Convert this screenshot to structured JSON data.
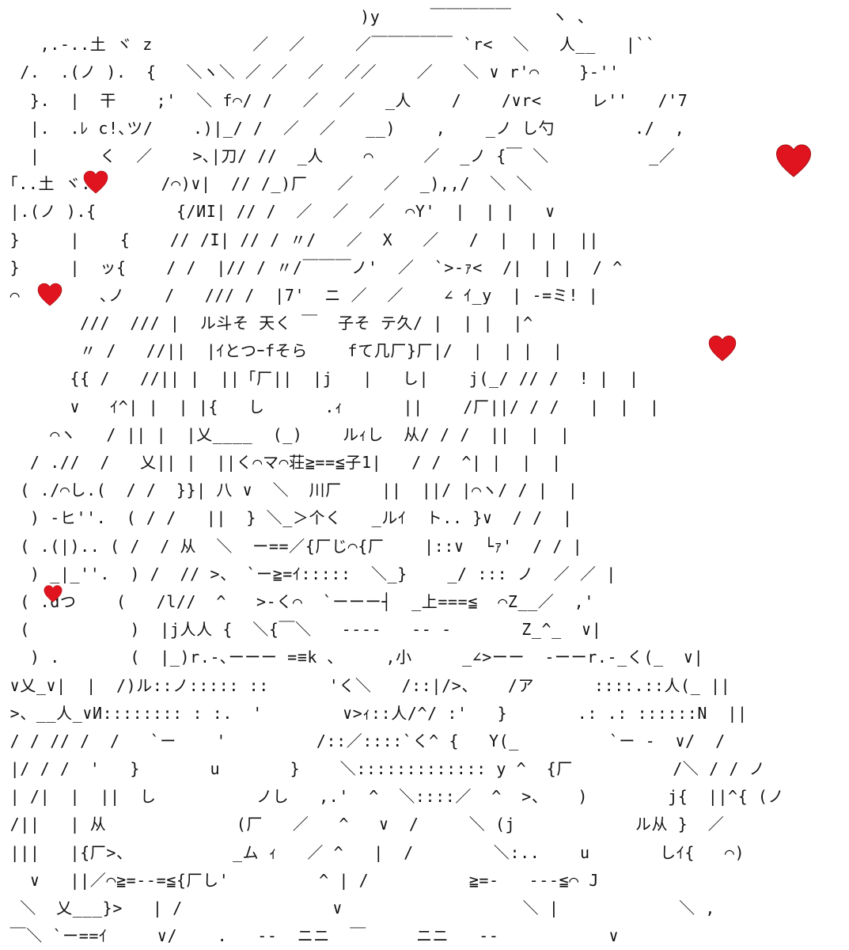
{
  "art_lines": [
    "                                    )y     ￣￣￣￣￣    ヽ ､",
    "    ,.-..土 ヾ z          ／  ／     ／￣￣￣￣￣ `r<  ＼   人__   |``",
    "  /.  .(ノ ).  {   ＼ヽ＼ ／ ／  ／  ／／    ／   ＼ ∨ r'⌒    }-''",
    "   }.  |  干    ;'  ＼ f⌒/ /   ／  ／   _人    /    /∨r<     レ''   /'7",
    "   |.  .ﾚ c!､ツ/    .)|_/ /  ／  ／   __)    ,    _ノ し勺        ./  ,",
    "   |      く  ／    >､|刀/ //  _人    ⌒     ／  _ノ {￣ ＼          _／",
    " ｢..土 ヾ.       /⌒)∨|  // /_)厂   ／   ／  _),,/  ＼ ＼",
    " |.(ノ ).{        {/ИI| // /  ／  ／  ／  ⌒Y'  |  | |   ∨",
    " }     |    {    // /I| // / 〃/   ／  X   ／   /  |  | |  ||",
    " }     |  ッ{    / /  |// / 〃/￣￣￣ノ'  ／  `>-ｧ<  /|  | |  / ^",
    " ⌒        ､ノ    /   /// /  |7'  ニ ／  ／    ∠ ｲ_y  | -=ミ! |",
    "        ///  /// |  ル斗そ 天く ￣  子そ テ久/ |  | |  |^",
    "        〃 /   //||  |ｲとつｰfそら    fて几厂}厂|/  |  | |  |",
    "       {{ /   //|| |  ||「厂||  |j   |   し|    j(_/ // /  ! |  |",
    "       ∨   ｲ^| |  | |{   し      .ｨ      ||    /厂||/ / /   |  |  |",
    "     ⌒ヽ   / || |  |乂____  (_)    ルｨし  从/ / /  ||  |  |",
    "   / .//  /   乂|| |  ||く⌒マ⌒荘≧==≦子1|   / /  ^| |  |  |",
    "  ( ./⌒し.(  / /  }}| 八 ∨  ＼  川厂    ||  ||/ |⌒ヽ/ / |  |",
    "   ) -ヒ''.  ( / /   ||  } ＼_＞个く   _ルｲ  ト.. }∨  / /  |",
    "  ( .(|).. ( /  / 从  ＼  ー==／{厂じ⌒{厂    |::∨  └ｧ'  / / |",
    "   ) _|_''.  ) /  // >、 `ー≧=ｲ:::::  ＼_}    _/ ::: ノ  ／ ／ |",
    "  ( .dつ    (   /l//  ^   >-く⌒  `ーーー┤  _上===≦  ⌒Z__／  ,'",
    "  (          )  |j人人 {  ＼{￣＼   ----   -- -       Z_^_  ∨|",
    "   ) .       (  |_)r.-､ーーー =≡k ､     ,小     _∠>ーー  -ーーr.-_く(_  ∨|",
    " ∨乂_∨|  |  /)ル::ノ::::: ::      'く＼   /::|/>、   /ア      ::::.::人(_ ||",
    " >、__人_∨И:::::::: : :.  '        ∨>ｨ::人/^/ :'   }       .: .: ::::::N  ||",
    " / / // /  /   `ー    '         /::／::::`く^ {   Y(_         `ー -  ∨/  /",
    " |/ / /  '   }       u       }    ＼::::::::::::: y ^  {厂          /＼ / / ノ",
    " | /|  |  ||  し          ノし   ,.'  ^  ＼::::／  ^  >、   )        j{  ||^{ (ノ",
    " /||   | 从             (厂   ／   ^   ∨  /     ＼ (j            ル从 }  ／",
    " |||   |{厂>、          _ム ｨ   ／ ^   |  /        ＼:..    u       しｲ{   ⌒)",
    "   ∨   ||／⌒≧=--=≦{厂し'         ^ | /          ≧=-   ---≦⌒ J",
    "  ＼  乂___}>   | /               ∨                  ＼ |            ＼ ,",
    " ￣＼ `ー==ｲ     ∨/    .   --  ニニ  ￣     ニニ   --           ∨"
  ],
  "hearts": [
    "heart",
    "heart",
    "heart",
    "heart",
    "heart",
    "heart"
  ],
  "colors": {
    "heart": "#e0141e",
    "ink": "#111111",
    "background": "#ffffff"
  }
}
